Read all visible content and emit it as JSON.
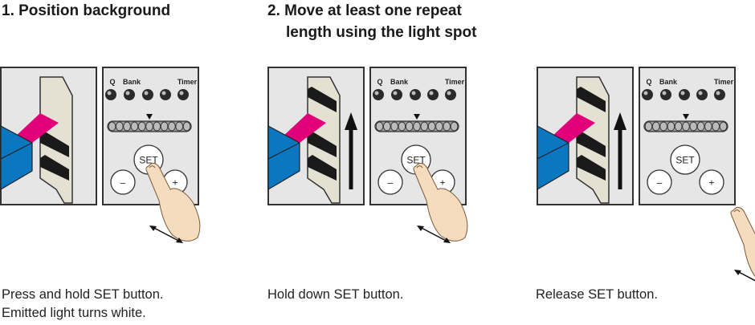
{
  "steps": [
    {
      "title_lines": [
        "1. Position background"
      ],
      "caption_lines": [
        "Press and hold SET button.",
        "Emitted light turns white."
      ],
      "arrow": false,
      "hand": "press"
    },
    {
      "title_lines": [
        "2. Move at least one repeat",
        "length using the light spot"
      ],
      "caption_lines": [
        "Hold down SET button."
      ],
      "arrow": true,
      "hand": "press"
    },
    {
      "title_lines": [],
      "caption_lines": [
        "Release SET button."
      ],
      "arrow": true,
      "hand": "release"
    }
  ],
  "panel": {
    "led_labels": {
      "q": "Q",
      "bank": "Bank",
      "timer": "Timer"
    },
    "set_label": "SET",
    "minus_label": "–",
    "plus_label": "+"
  },
  "colors": {
    "blue": "#0a77c0",
    "magenta": "#e2007a",
    "tape": "#e4e1d3",
    "box": "#e6e6e6",
    "skin": "#f6dcbf"
  }
}
